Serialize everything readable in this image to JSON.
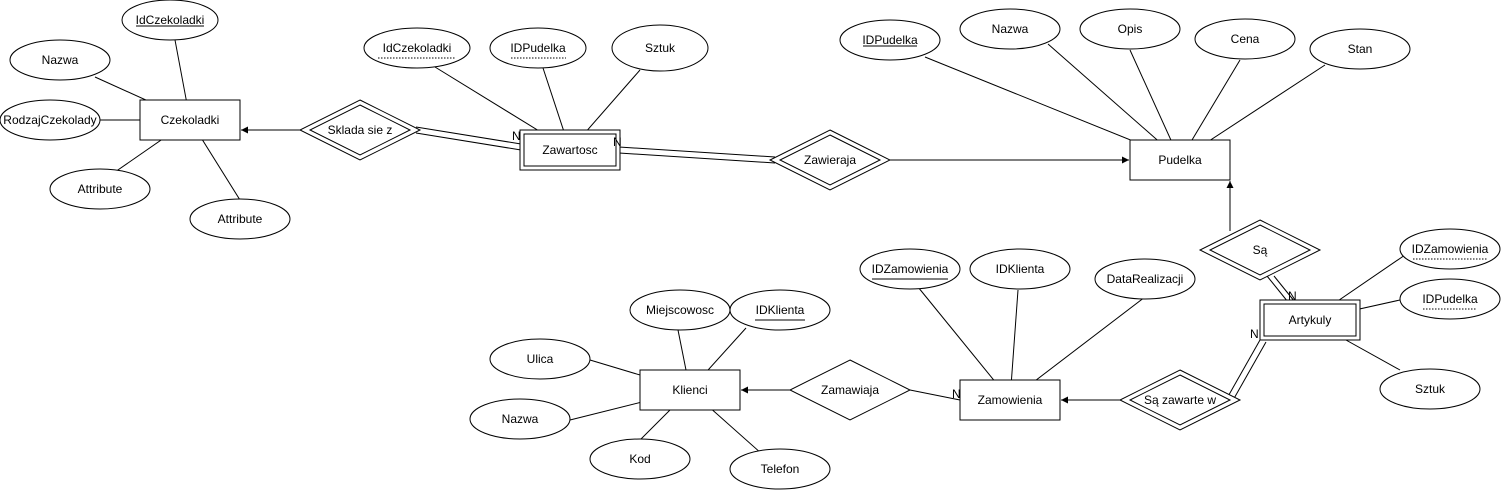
{
  "diagram": {
    "entities": {
      "czekoladki": "Czekoladki",
      "zawartosc": "Zawartosc",
      "pudelka": "Pudelka",
      "artykuly": "Artykuly",
      "zamowienia": "Zamowienia",
      "klienci": "Klienci"
    },
    "relationships": {
      "sklada_sie_z": "Sklada sie z",
      "zawieraja": "Zawieraja",
      "sa": "Są",
      "sa_zawarte_w": "Są zawarte w",
      "zamawiaja": "Zamawiaja"
    },
    "attributes": {
      "czekoladki": {
        "id": "IdCzekoladki",
        "nazwa": "Nazwa",
        "rodzaj": "RodzajCzekolady",
        "attribute1": "Attribute",
        "attribute2": "Attribute"
      },
      "zawartosc": {
        "id_czekoladki": "IdCzekoladki",
        "id_pudelka": "IDPudelka",
        "sztuk": "Sztuk"
      },
      "pudelka": {
        "id": "IDPudelka",
        "nazwa": "Nazwa",
        "opis": "Opis",
        "cena": "Cena",
        "stan": "Stan"
      },
      "artykuly": {
        "id_zamowienia": "IDZamowienia",
        "id_pudelka": "IDPudelka",
        "sztuk": "Sztuk"
      },
      "zamowienia": {
        "id": "IDZamowienia",
        "id_klienta": "IDKlienta",
        "data_realizacji": "DataRealizacji"
      },
      "klienci": {
        "miejscowosc": "Miejscowosc",
        "id": "IDKlienta",
        "ulica": "Ulica",
        "nazwa": "Nazwa",
        "kod": "Kod",
        "telefon": "Telefon"
      }
    },
    "cardinalities": {
      "zawartosc_left": "N",
      "zawartosc_right": "N",
      "artykuly_top": "N",
      "artykuly_left": "N",
      "zamowienia_right": "N"
    }
  }
}
